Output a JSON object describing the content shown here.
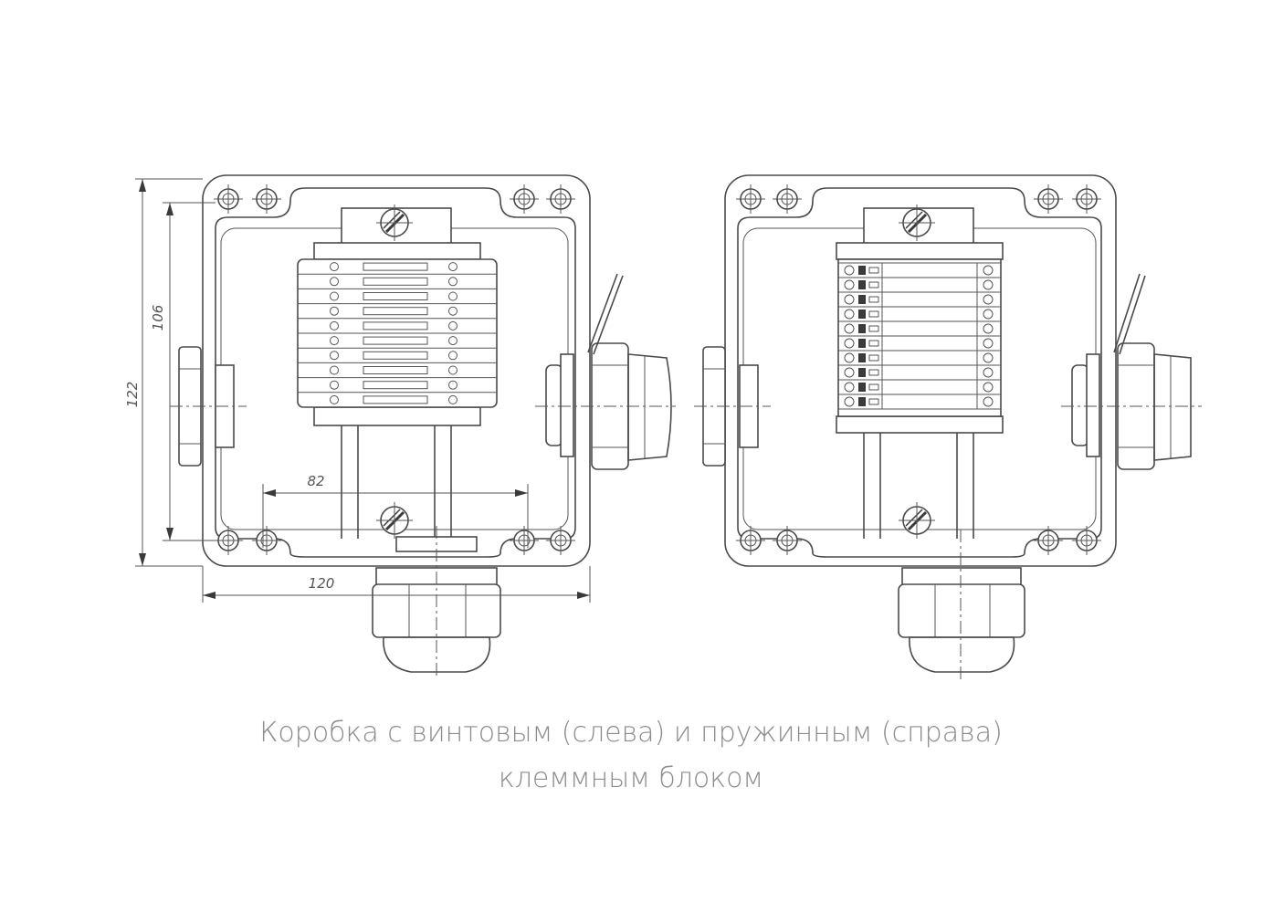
{
  "dimensions": {
    "height_outer": "122",
    "height_inner": "106",
    "width_inner": "82",
    "width_outer": "120"
  },
  "caption": {
    "line1": "Коробка с винтовым (слева) и пружинным (справа)",
    "line2": "клеммным блоком"
  }
}
